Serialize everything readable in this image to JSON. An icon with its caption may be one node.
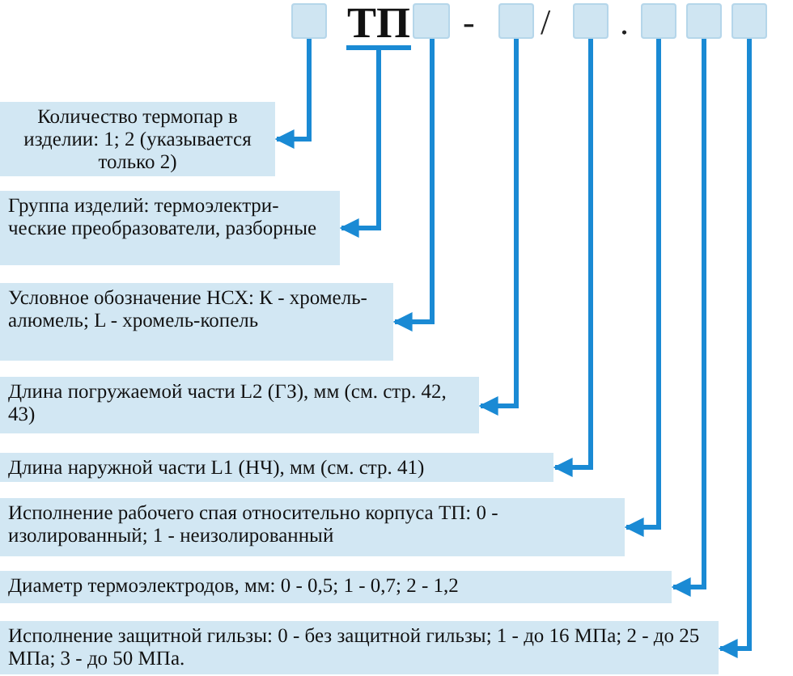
{
  "diagram": {
    "nodes": [
      {
        "text": [],
        "shape": "box"
      },
      {
        "text": [
          "ТП"
        ]
      },
      {
        "text": [],
        "shape": "box"
      },
      {
        "text": [],
        "shape": "box"
      },
      {
        "text": [],
        "shape": "box"
      },
      {
        "text": [],
        "shape": "box"
      },
      {
        "text": [],
        "shape": "box"
      },
      {
        "text": [],
        "shape": "box"
      },
      {
        "text": [
          "Количество термопар в изделии: 1; 2 (указывается только 2)"
        ]
      },
      {
        "text": [
          "Группа изделий: термоэлектри-ческие преобразователи, разборные"
        ]
      },
      {
        "text": [
          "Условное обозначение НСХ: К - хромель-алюмель; L - хромель-копель"
        ]
      },
      {
        "text": [
          "Длина погружаемой части L2 (ГЗ), мм (см. стр. 42, 43)"
        ]
      },
      {
        "text": [
          "Длина наружной части L1 (НЧ), мм (см. стр. 41)"
        ]
      },
      {
        "text": [
          "Исполнение рабочего спая относительно корпуса ТП: 0 - изолированный; 1 - неизолированный"
        ]
      },
      {
        "text": [
          "Диаметр термоэлектродов, мм: 0 - 0,5; 1 - 0,7; 2 - 1,2"
        ]
      },
      {
        "text": [
          "Исполнение защитной гильзы: 0 - без защитной гильзы; 1 - до 16 МПа; 2 - до 25 МПа; 3 - до 50 МПа."
        ]
      }
    ],
    "edges": [
      {
        "from": 0,
        "to": 8,
        "arrow": "to"
      },
      {
        "from": 1,
        "to": 9,
        "arrow": "to"
      },
      {
        "from": 2,
        "to": 10,
        "arrow": "to"
      },
      {
        "from": 3,
        "to": 11,
        "arrow": "to"
      },
      {
        "from": 4,
        "to": 12,
        "arrow": "to"
      },
      {
        "from": 5,
        "to": 13,
        "arrow": "to"
      },
      {
        "from": 6,
        "to": 14,
        "arrow": "to"
      },
      {
        "from": 7,
        "to": 15,
        "arrow": "to"
      }
    ],
    "labels": [
      "-",
      "/",
      "."
    ]
  }
}
